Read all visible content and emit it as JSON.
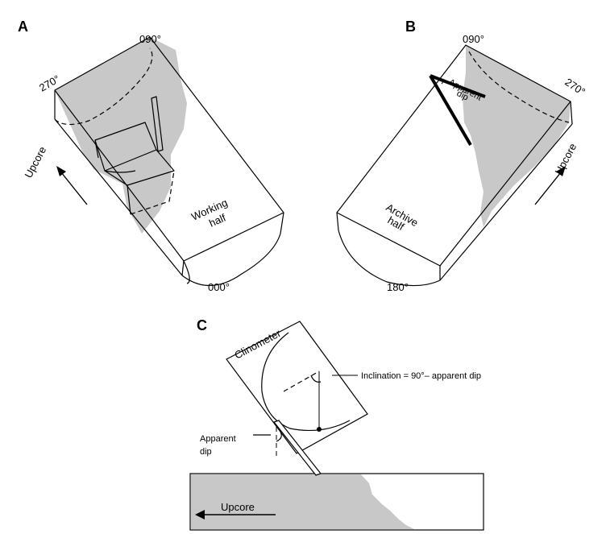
{
  "panels": {
    "a": {
      "letter": "A",
      "angle_left": "270°",
      "angle_top": "090°",
      "angle_bottom": "000°",
      "upcore": "Upcore",
      "half_line1": "Working",
      "half_line2": "half"
    },
    "b": {
      "letter": "B",
      "angle_top": "090°",
      "angle_right": "270°",
      "angle_bottom": "180°",
      "upcore": "Upcore",
      "half_line1": "Archive",
      "half_line2": "half",
      "apparent_line1": "Apparent",
      "apparent_line2": "dip"
    },
    "c": {
      "letter": "C",
      "clinometer": "Clinometer",
      "inclination": "Inclination = 90°– apparent dip",
      "apparent_line1": "Apparent",
      "apparent_line2": "dip",
      "upcore": "Upcore"
    }
  },
  "colors": {
    "shade": "#c8c8c8",
    "line": "#000000",
    "background": "#ffffff"
  }
}
